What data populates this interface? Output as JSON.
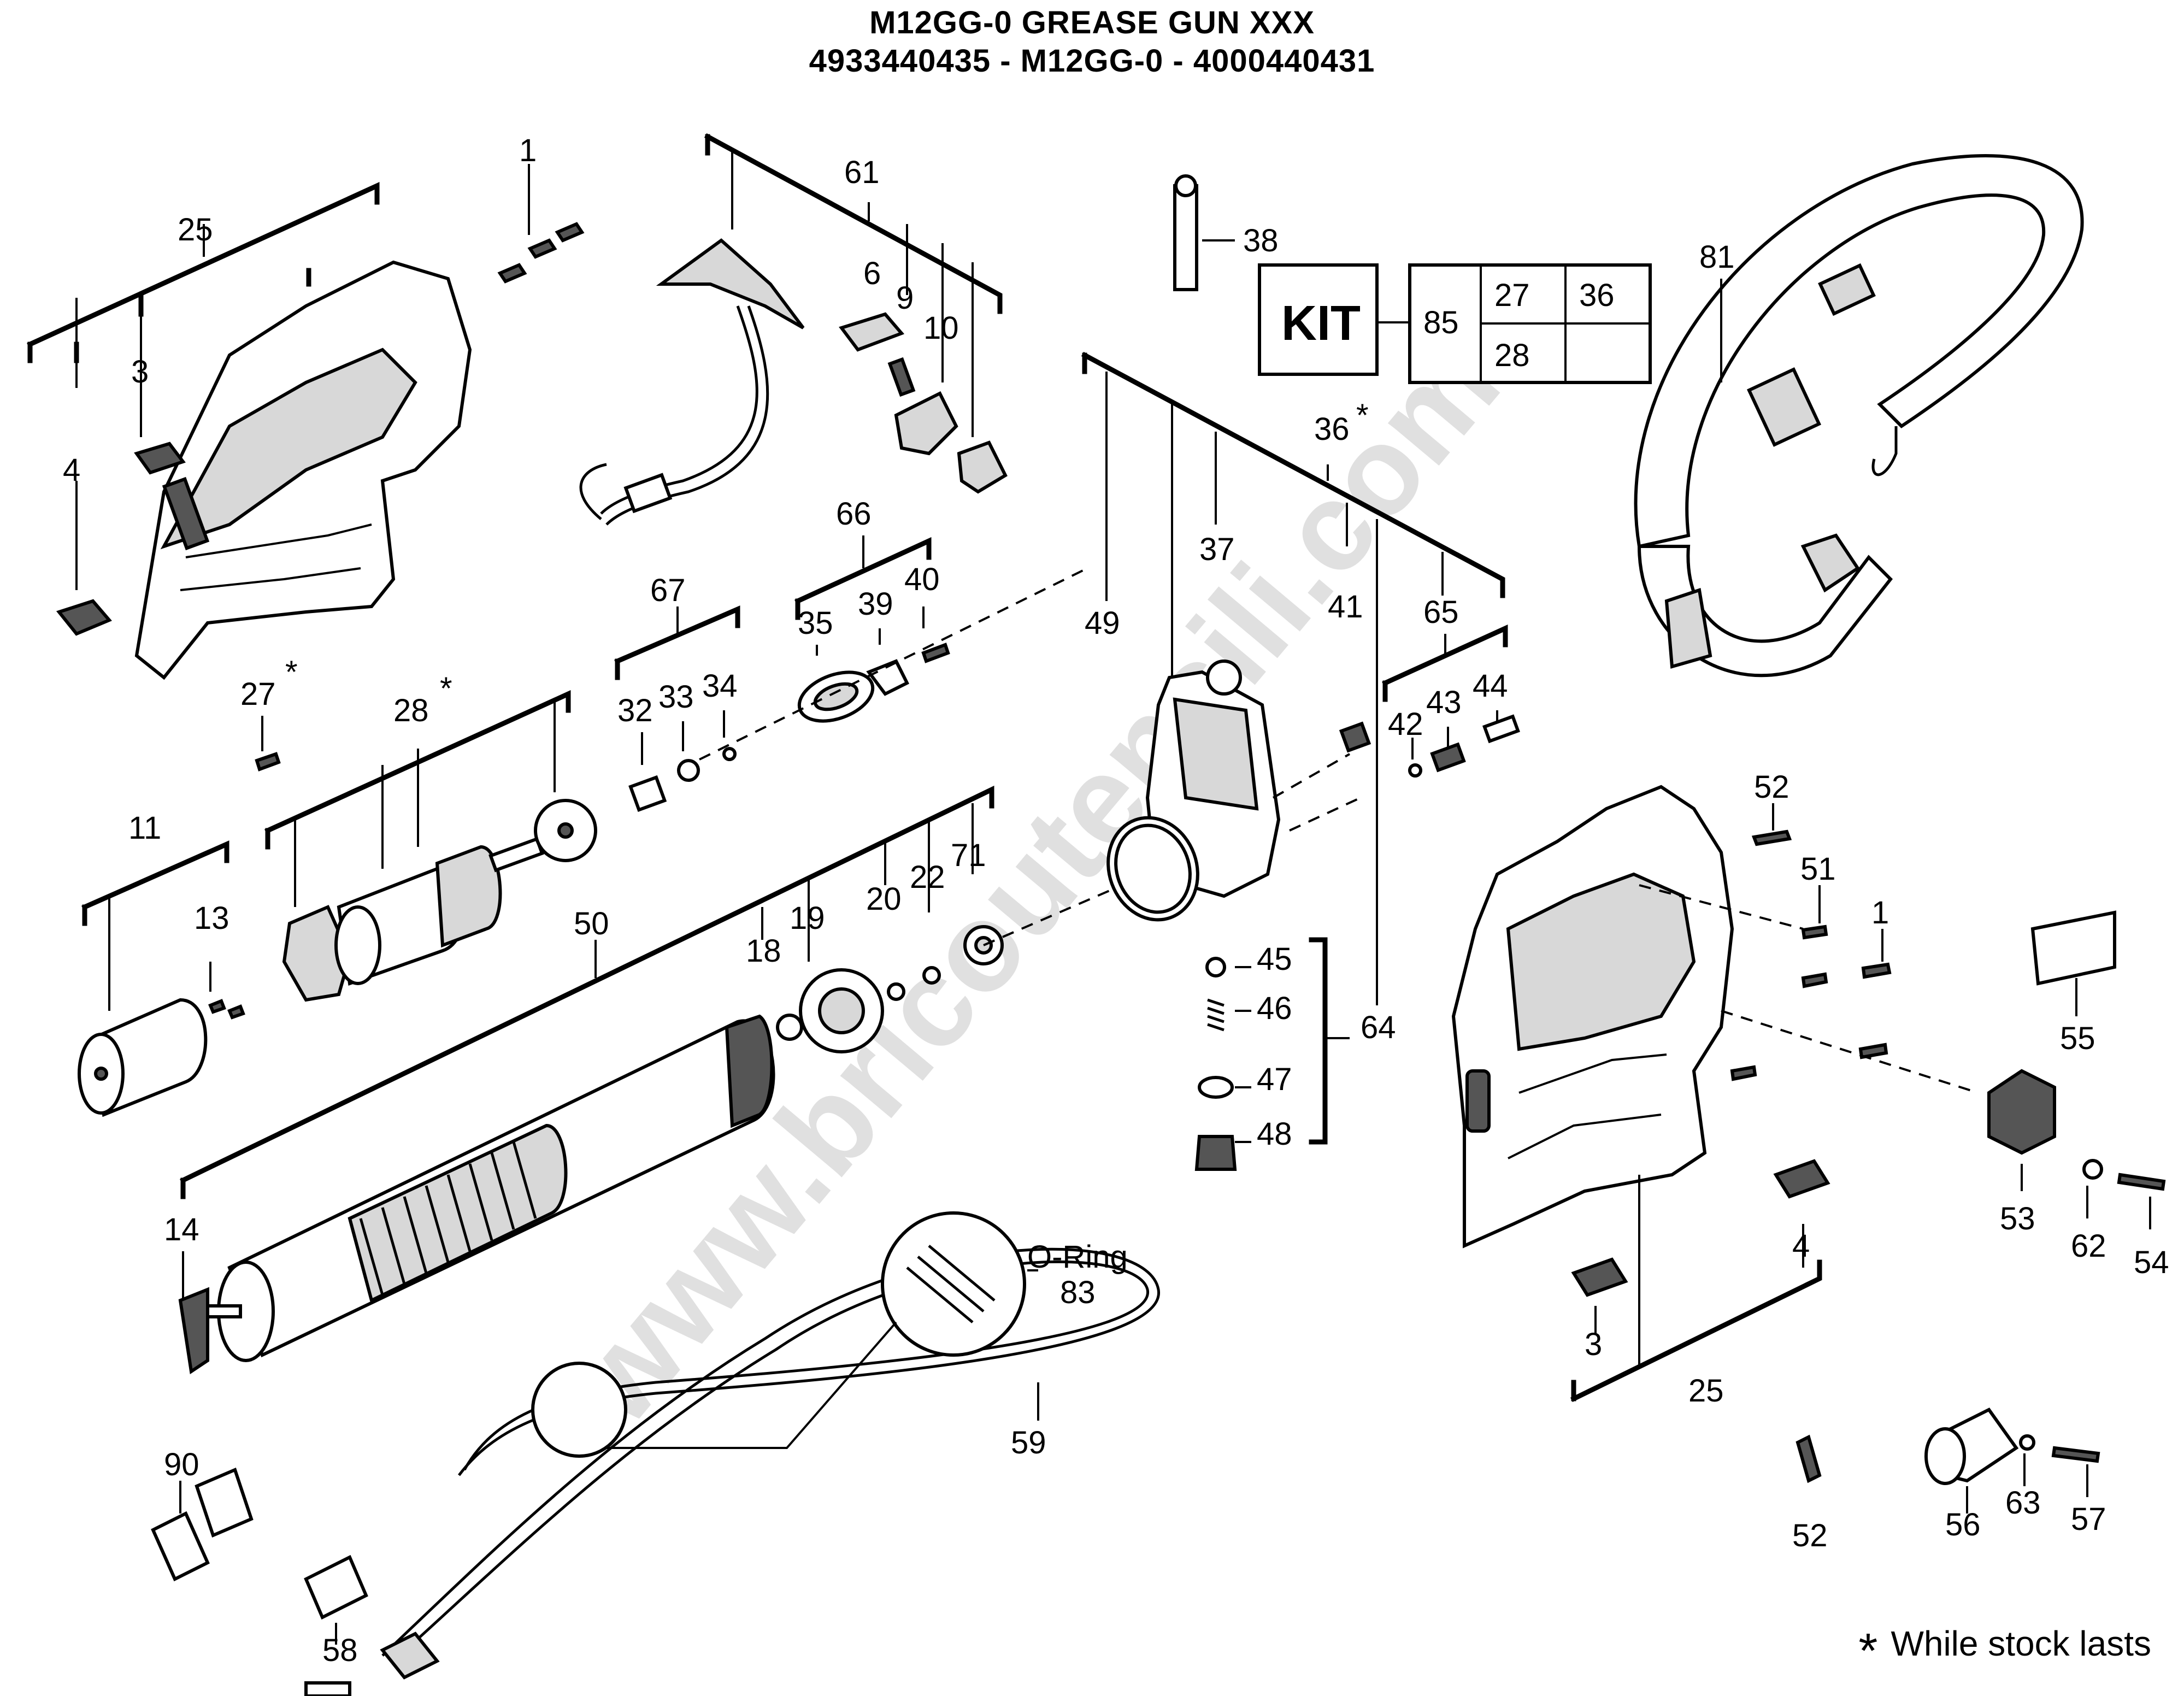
{
  "title_line1": "M12GG-0 GREASE GUN XXX",
  "title_line2": "4933440435 - M12GG-0 - 4000440431",
  "watermark": "www.bricoutensili.com",
  "footnote": {
    "symbol": "*",
    "text": "While stock lasts"
  },
  "kit": {
    "label": "KIT",
    "number": "85",
    "items": [
      "27",
      "36",
      "28"
    ]
  },
  "callouts": {
    "oring": "O-Ring",
    "asterisk": "*"
  },
  "part_numbers": {
    "p1a": "1",
    "p1b": "1",
    "p3a": "3",
    "p3b": "3",
    "p4a": "4",
    "p4b": "4",
    "p6": "6",
    "p9": "9",
    "p10": "10",
    "p11": "11",
    "p13": "13",
    "p14": "14",
    "p18": "18",
    "p19": "19",
    "p20": "20",
    "p22": "22",
    "p25a": "25",
    "p25b": "25",
    "p27": "27",
    "p28": "28",
    "p32": "32",
    "p33": "33",
    "p34": "34",
    "p35": "35",
    "p36": "36",
    "p37": "37",
    "p38": "38",
    "p39": "39",
    "p40": "40",
    "p41": "41",
    "p42": "42",
    "p43": "43",
    "p44": "44",
    "p45": "45",
    "p46": "46",
    "p47": "47",
    "p48": "48",
    "p49": "49",
    "p50": "50",
    "p51": "51",
    "p52a": "52",
    "p52b": "52",
    "p53": "53",
    "p54": "54",
    "p55": "55",
    "p56": "56",
    "p57": "57",
    "p58": "58",
    "p59": "59",
    "p61": "61",
    "p62": "62",
    "p63": "63",
    "p64": "64",
    "p65": "65",
    "p66": "66",
    "p67": "67",
    "p71": "71",
    "p81": "81",
    "p83": "83",
    "p90": "90"
  }
}
